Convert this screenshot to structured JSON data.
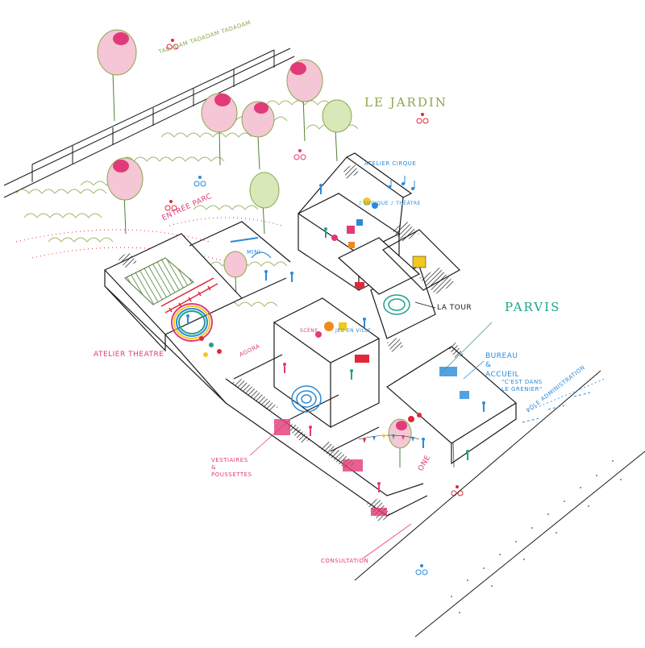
{
  "colors": {
    "ink": "#1a1a1a",
    "green": "#8aa84a",
    "dark_green": "#4f7f35",
    "pink": "#e23a78",
    "red": "#e0283a",
    "blue": "#2a8ad8",
    "teal": "#1fa38a",
    "yellow": "#f2c81c",
    "orange": "#f08a1e",
    "purple": "#8a5cc8"
  },
  "labels": {
    "tadadam": "TADADAM TADADAM TADADAM",
    "jardin": "LE JARDIN",
    "atelier_cirque": "ATELIER CIRQUE",
    "cirque_sub": "♪ LUDIQUE ♪ THÉÂTRE",
    "entree_parc": "ENTRÉE PARC",
    "mini": "MINI",
    "atelier_theatre": "ATELIER THEATRE",
    "la_tour": "LA TOUR",
    "parvis": "PARVIS",
    "bureau_accueil": "BUREAU\n&\nACCUEIL",
    "cest_dans": "\"C'EST DANS\nLE GRENIER\"",
    "pole_admin": "PÔLE ADMINISTRATION",
    "vestiaires": "VESTIAIRES\n&\nPOUSSETTES",
    "consultation": "CONSULTATION",
    "one": "ONE",
    "agora": "AGORA",
    "scene": "SCÈNE",
    "jeu_ville": "JEU EN VILLE"
  },
  "icons": [
    "tree-icon",
    "cyclist-icon",
    "person-icon",
    "stairs-icon",
    "flag-garland-icon",
    "music-note-icon"
  ]
}
